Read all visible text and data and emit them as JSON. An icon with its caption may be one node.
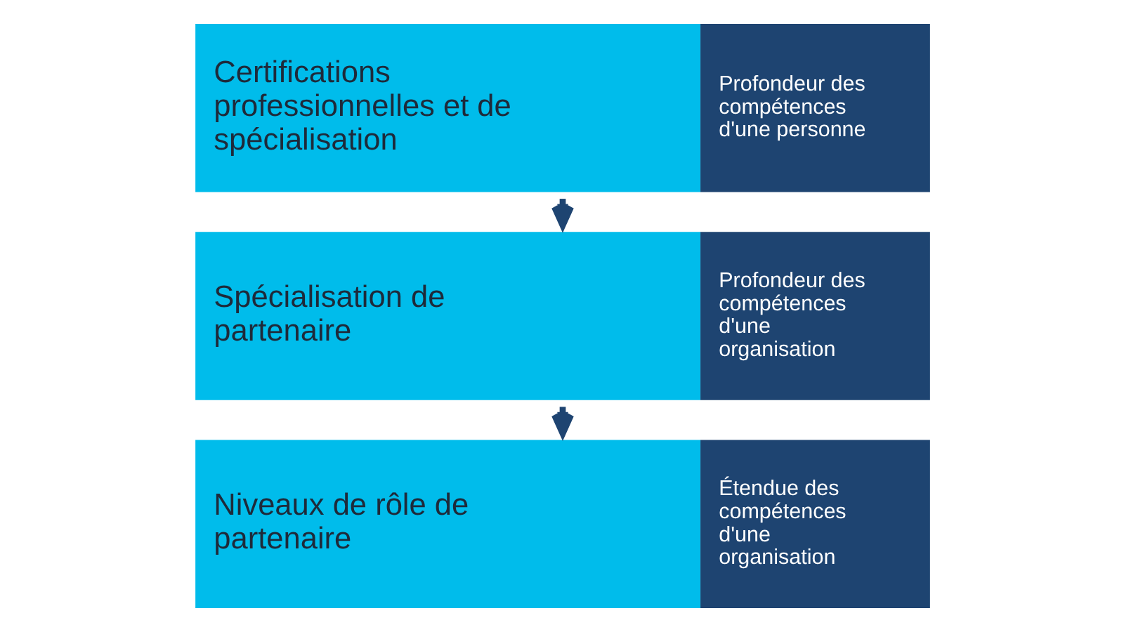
{
  "diagram": {
    "nodes": [
      {
        "text": [
          "Certifications professionnelles et de spécialisation",
          "Profondeur des compétences d'une personne"
        ]
      },
      {
        "text": [
          "Spécialisation de partenaire",
          "Profondeur des compétences d'une organisation"
        ]
      },
      {
        "text": [
          "Niveaux de rôle de partenaire",
          "Étendue des compétences d'une organisation"
        ]
      }
    ],
    "edges": [
      {
        "from": 0,
        "to": 1,
        "arrow": "to"
      },
      {
        "from": 1,
        "to": 2,
        "arrow": "to"
      }
    ]
  }
}
